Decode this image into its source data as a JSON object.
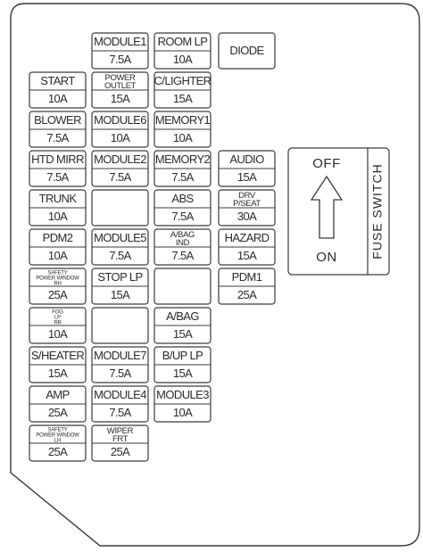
{
  "colors": {
    "stroke": "#3a3a3a",
    "background": "#ffffff",
    "text": "#2b2b2b"
  },
  "fuse_switch": {
    "label": "FUSE SWITCH",
    "off": "OFF",
    "on": "ON",
    "arrow": "up-arrow-icon"
  },
  "fuses": [
    {
      "label": "MODULE1",
      "rating": "7.5A"
    },
    {
      "label": "ROOM LP",
      "rating": "10A"
    },
    {
      "label": "DIODE",
      "rating": ""
    },
    {
      "label": "START",
      "rating": "10A"
    },
    {
      "label": "POWER OUTLET",
      "rating": "15A"
    },
    {
      "label": "C/LIGHTER",
      "rating": "15A"
    },
    {
      "label": "BLOWER",
      "rating": "7.5A"
    },
    {
      "label": "MODULE6",
      "rating": "10A"
    },
    {
      "label": "MEMORY1",
      "rating": "10A"
    },
    {
      "label": "HTD MIRR",
      "rating": "7.5A"
    },
    {
      "label": "MODULE2",
      "rating": "7.5A"
    },
    {
      "label": "MEMORY2",
      "rating": "7.5A"
    },
    {
      "label": "AUDIO",
      "rating": "15A"
    },
    {
      "label": "TRUNK",
      "rating": "10A"
    },
    {
      "label": "",
      "rating": ""
    },
    {
      "label": "ABS",
      "rating": "7.5A"
    },
    {
      "label": "DRV P/SEAT",
      "rating": "30A"
    },
    {
      "label": "PDM2",
      "rating": "10A"
    },
    {
      "label": "MODULE5",
      "rating": "7.5A"
    },
    {
      "label": "A/BAG IND",
      "rating": "7.5A"
    },
    {
      "label": "HAZARD",
      "rating": "15A"
    },
    {
      "label": "SAFETY POWER WINDOW RH",
      "rating": "25A"
    },
    {
      "label": "STOP LP",
      "rating": "15A"
    },
    {
      "label": "",
      "rating": ""
    },
    {
      "label": "PDM1",
      "rating": "25A"
    },
    {
      "label": "FOG LP RR",
      "rating": "10A"
    },
    {
      "label": "",
      "rating": ""
    },
    {
      "label": "A/BAG",
      "rating": "15A"
    },
    {
      "label": "S/HEATER",
      "rating": "15A"
    },
    {
      "label": "MODULE7",
      "rating": "7.5A"
    },
    {
      "label": "B/UP LP",
      "rating": "15A"
    },
    {
      "label": "AMP",
      "rating": "25A"
    },
    {
      "label": "MODULE4",
      "rating": "7.5A"
    },
    {
      "label": "MODULE3",
      "rating": "10A"
    },
    {
      "label": "SAFETY POWER WINDOW LH",
      "rating": "25A"
    },
    {
      "label": "WIPER FRT",
      "rating": "25A"
    }
  ]
}
